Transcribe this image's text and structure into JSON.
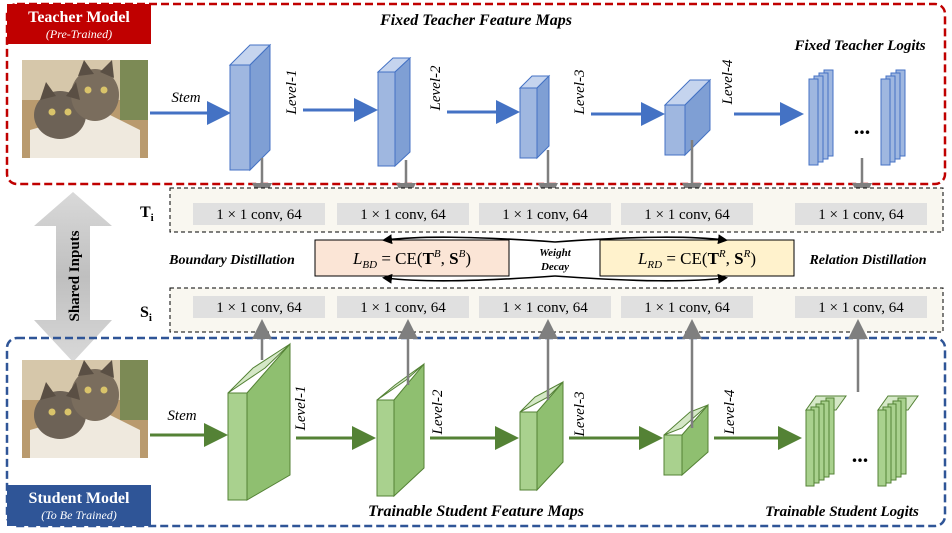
{
  "teacher": {
    "title": "Teacher Model",
    "subtitle": "(Pre-Trained)",
    "maps_caption": "Fixed Teacher Feature Maps",
    "logits_caption": "Fixed Teacher Logits",
    "stem": "Stem",
    "levels": [
      "Level-1",
      "Level-2",
      "Level-3",
      "Level-4"
    ],
    "ellipsis": "..."
  },
  "student": {
    "title": "Student Model",
    "subtitle": "(To Be Trained)",
    "maps_caption": "Trainable Student Feature Maps",
    "logits_caption": "Trainable Student Logits",
    "stem": "Stem",
    "levels": [
      "Level-1",
      "Level-2",
      "Level-3",
      "Level-4"
    ],
    "ellipsis": "..."
  },
  "shared_inputs": "Shared Inputs",
  "teacher_row": {
    "label_main": "T",
    "label_sub": "i",
    "conv": [
      "1 × 1 conv, 64",
      "1 × 1 conv, 64",
      "1 × 1 conv, 64",
      "1 × 1 conv, 64",
      "1 × 1 conv, 64"
    ]
  },
  "student_row": {
    "label_main": "S",
    "label_sub": "i",
    "conv": [
      "1 × 1 conv, 64",
      "1 × 1 conv, 64",
      "1 × 1 conv, 64",
      "1 × 1 conv, 64",
      "1 × 1 conv, 64"
    ]
  },
  "losses": {
    "boundary_label": "Boundary Distillation",
    "relation_label": "Relation Distillation",
    "weight_decay_line1": "Weight",
    "weight_decay_line2": "Decay",
    "bd": {
      "L": "L",
      "sub": "BD",
      "eq": " = CE(",
      "T": "T",
      "tsup": "B",
      "comma": ", ",
      "S": "S",
      "ssup": "B",
      "close": ")"
    },
    "rd": {
      "L": "L",
      "sub": "RD",
      "eq": " = CE(",
      "T": "T",
      "tsup": "R",
      "comma": ", ",
      "S": "S",
      "ssup": "R",
      "close": ")"
    }
  },
  "colors": {
    "teacher_border": "#c00000",
    "student_border": "#2f5597",
    "teacher_fill": "#9fb7e0",
    "student_fill": "#a9d18e",
    "bd_fill": "#fbe5d6",
    "rd_fill": "#fff2cc",
    "conv_fill": "#e0e0e0"
  }
}
